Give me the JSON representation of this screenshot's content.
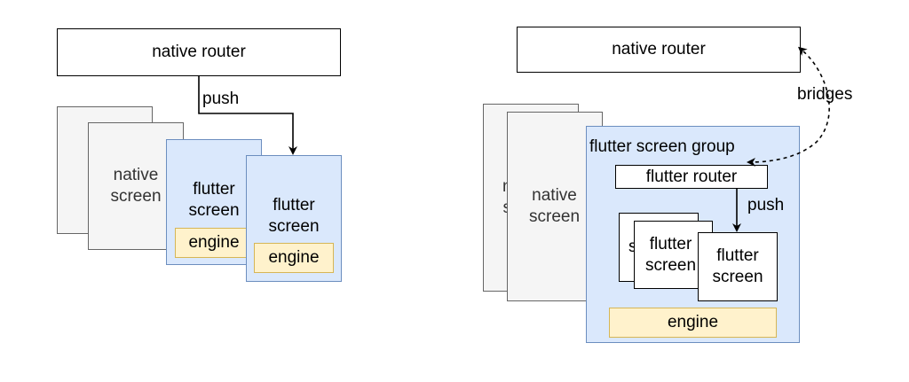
{
  "colors": {
    "native_fill": "#f5f5f5",
    "native_stroke": "#666666",
    "flutter_fill": "#dae8fc",
    "flutter_stroke": "#6c8ebf",
    "engine_fill": "#fff2cc",
    "engine_stroke": "#d6b656"
  },
  "left": {
    "native_router": "native router",
    "push_label": "push",
    "native_screen_back": "",
    "native_screen": "native\nscreen",
    "flutter_screen_1": "flutter\nscreen",
    "engine_1": "engine",
    "flutter_screen_2": "flutter\nscreen",
    "engine_2": "engine"
  },
  "right": {
    "native_router": "native router",
    "bridges_label": "bridges",
    "native_screen_back": "n\ns",
    "native_screen": "native\nscreen",
    "group_label": "flutter screen group",
    "flutter_router": "flutter router",
    "push_label": "push",
    "flutter_screen_back": "s",
    "flutter_screen_mid": "flutter\nscreen",
    "flutter_screen_front": "flutter\nscreen",
    "engine": "engine"
  }
}
